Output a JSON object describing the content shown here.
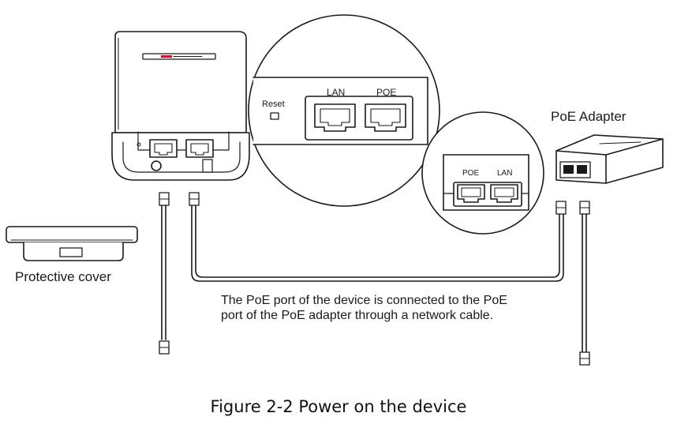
{
  "labels": {
    "reset": "Reset",
    "lan_device": "LAN",
    "poe_device": "POE",
    "poe_adapter_title": "PoE Adapter",
    "poe_adapter_port": "POE",
    "lan_adapter_port": "LAN",
    "protective_cover": "Protective cover",
    "note_line1": "The PoE port of the device is connected to the PoE",
    "note_line2": "port of the PoE adapter through a network cable."
  },
  "caption": "Figure 2-2 Power on the device",
  "colors": {
    "line": "#1a1a1a",
    "brand": "#c8102e",
    "fill": "#ffffff"
  }
}
